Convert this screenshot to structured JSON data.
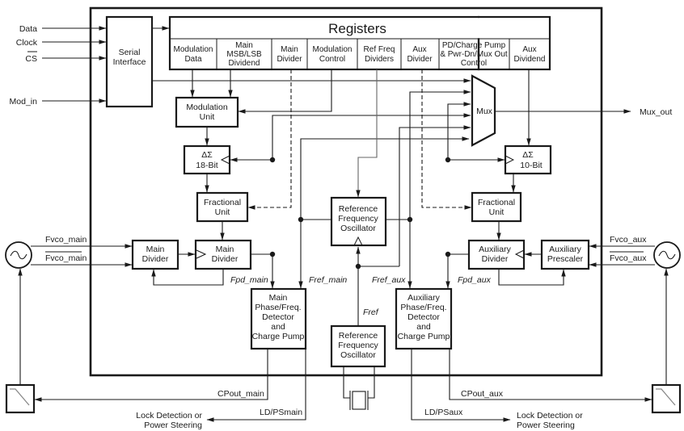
{
  "diagram": {
    "inputs": {
      "data": "Data",
      "clock": "Clock",
      "cs": "CS",
      "mod_in": "Mod_in"
    },
    "serial_interface": [
      "Serial",
      "Interface"
    ],
    "registers": {
      "title": "Registers",
      "cells": [
        [
          "Modulation",
          "Data"
        ],
        [
          "Main",
          "MSB/LSB",
          "Dividend"
        ],
        [
          "Main",
          "Divider"
        ],
        [
          "Modulation",
          "Control"
        ],
        [
          "Ref Freq",
          "Dividers"
        ],
        [
          "Aux",
          "Divider"
        ],
        [
          "PD/Charge Pump",
          "& Pwr-Dn/Mux Out",
          "Control"
        ],
        [
          "Aux",
          "Dividend"
        ]
      ]
    },
    "blocks": {
      "modulation_unit": [
        "Modulation",
        "Unit"
      ],
      "ds_main": [
        "ΔΣ",
        "18-Bit"
      ],
      "ds_aux": [
        "ΔΣ",
        "10-Bit"
      ],
      "fractional_main": [
        "Fractional",
        "Unit"
      ],
      "fractional_aux": [
        "Fractional",
        "Unit"
      ],
      "mux": "Mux",
      "ref_osc_inner": [
        "Reference",
        "Frequency",
        "Oscillator"
      ],
      "main_divider_1": [
        "Main",
        "Divider"
      ],
      "main_divider_2": [
        "Main",
        "Divider"
      ],
      "aux_divider": [
        "Auxiliary",
        "Divider"
      ],
      "aux_prescaler": [
        "Auxiliary",
        "Prescaler"
      ],
      "main_pfd": [
        "Main",
        "Phase/Freq.",
        "Detector",
        "and",
        "Charge Pump"
      ],
      "aux_pfd": [
        "Auxiliary",
        "Phase/Freq.",
        "Detector",
        "and",
        "Charge Pump"
      ],
      "ref_osc_outer": [
        "Reference",
        "Frequency",
        "Oscillator"
      ]
    },
    "signals": {
      "mux_out": "Mux_out",
      "fvco_main": "Fvco_main",
      "fvco_main_bar": "Fvco_main",
      "fvco_aux": "Fvco_aux",
      "fvco_aux_bar": "Fvco_aux",
      "fpd_main": "Fpd_main",
      "fref_main": "Fref_main",
      "fref_aux": "Fref_aux",
      "fpd_aux": "Fpd_aux",
      "fref": "Fref",
      "cpout_main": "CPout_main",
      "cpout_aux": "CPout_aux",
      "ld_main": "LD/PSmain",
      "ld_aux": "LD/PSaux"
    },
    "outputs": {
      "lock_main": [
        "Lock Detection or",
        "Power Steering"
      ],
      "lock_aux": [
        "Lock Detection or",
        "Power Steering"
      ]
    }
  }
}
